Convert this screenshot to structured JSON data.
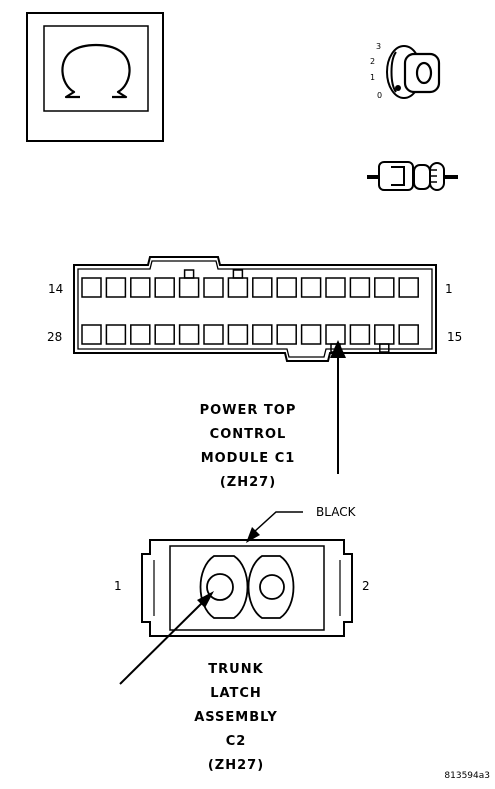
{
  "ohm_symbol": "Ω",
  "ignition": {
    "positions": [
      "3",
      "2",
      "1",
      "0"
    ],
    "key_label": "O"
  },
  "module_connector": {
    "pin_top_left": "14",
    "pin_top_right": "1",
    "pin_bottom_left": "28",
    "pin_bottom_right": "15",
    "label_lines": [
      "POWER TOP",
      "CONTROL",
      "MODULE C1",
      "(ZH27)"
    ]
  },
  "latch_connector": {
    "color_label": "BLACK",
    "pin_left": "1",
    "pin_right": "2",
    "label_lines": [
      "TRUNK",
      "LATCH",
      "ASSEMBLY",
      "C2",
      "(ZH27)"
    ]
  },
  "figure_id": "813594a3"
}
